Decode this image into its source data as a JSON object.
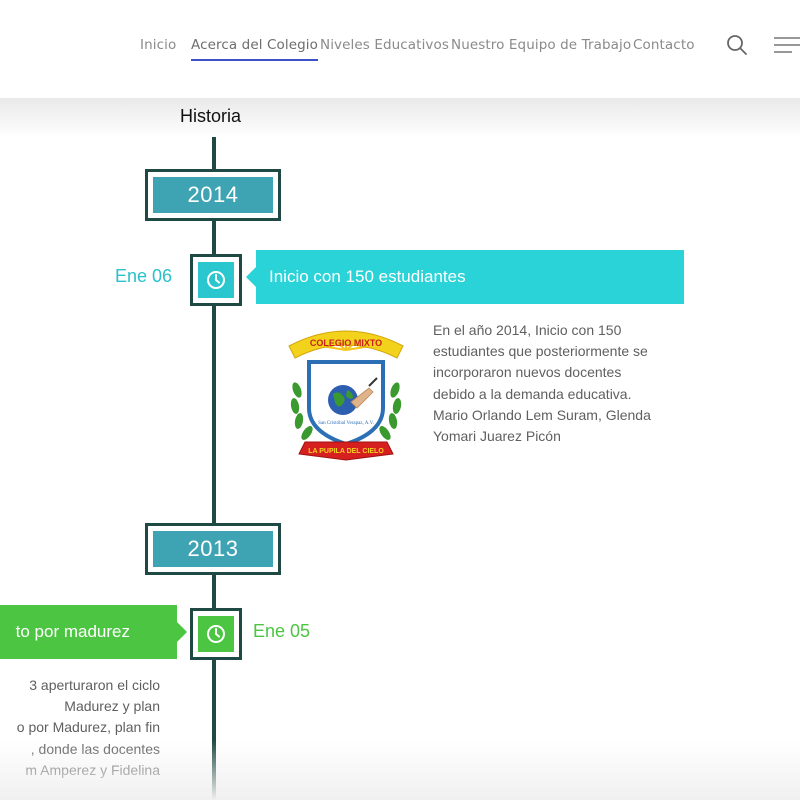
{
  "nav": {
    "items": [
      {
        "label": "Inicio",
        "active": false
      },
      {
        "label": "Acerca del Colegio",
        "active": true
      },
      {
        "label": "Niveles Educativos",
        "active": false
      },
      {
        "label": "Nuestro Equipo de Trabajo",
        "active": false
      },
      {
        "label": "Contacto",
        "active": false
      }
    ],
    "search_icon": "search-icon",
    "menu_icon": "hamburger-menu-icon"
  },
  "section_title": "Historia",
  "colors": {
    "timeline_dark": "#1f4a44",
    "year_fill": "#3ea3b3",
    "event_blue": "#2ad3d8",
    "event_green": "#4cc542",
    "nav_active_underline": "#3f51c7"
  },
  "timeline": [
    {
      "year": "2014",
      "events": [
        {
          "date": "Ene 06",
          "title": "Inicio con 150 estudiantes",
          "color": "blue",
          "icon": "clock-icon",
          "description_lines": [
            "En el año 2014, Inicio con 150",
            "estudiantes que posteriormente se",
            "incorporaron nuevos docentes",
            "debido a la demanda educativa.",
            "Mario Orlando Lem Suram, Glenda",
            "Yomari Juarez Picón"
          ],
          "logo": {
            "banner_text": "COLEGIO MIXTO",
            "shield_text": "San Cristóbal Verapaz, A.V.",
            "ribbon_text": "LA PUPILA DEL CIELO"
          }
        }
      ]
    },
    {
      "year": "2013",
      "events": [
        {
          "date": "Ene 05",
          "title": "to por madurez",
          "color": "green",
          "icon": "clock-icon",
          "description_lines": [
            "3 aperturaron el ciclo",
            "Madurez y plan",
            "o por Madurez, plan fin",
            ", donde las docentes",
            "m Amperez y Fidelina"
          ]
        }
      ]
    }
  ]
}
